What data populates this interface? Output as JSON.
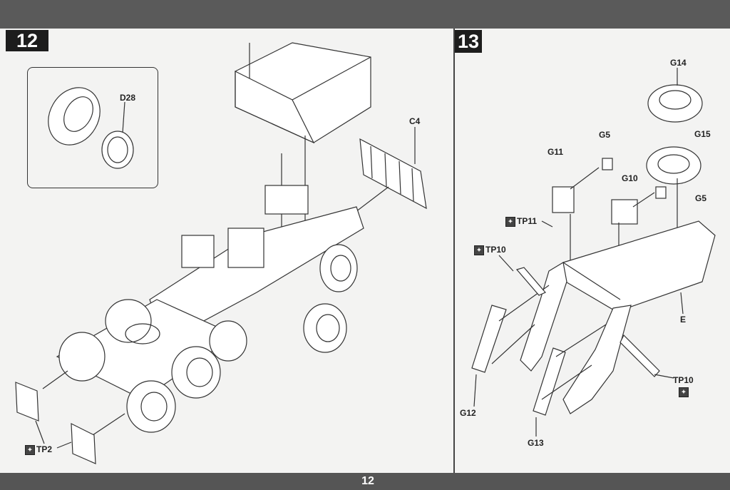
{
  "page_number": "12",
  "steps": [
    {
      "number": "12",
      "labels": {
        "d28": "D28",
        "c4": "C4",
        "tp2": "TP2"
      }
    },
    {
      "number": "13",
      "labels": {
        "g14": "G14",
        "g5a": "G5",
        "g15": "G15",
        "g11": "G11",
        "g10": "G10",
        "g5b": "G5",
        "tp11": "TP11",
        "tp10a": "TP10",
        "e": "E",
        "tp10b": "TP10",
        "g12": "G12",
        "g13": "G13"
      }
    }
  ]
}
